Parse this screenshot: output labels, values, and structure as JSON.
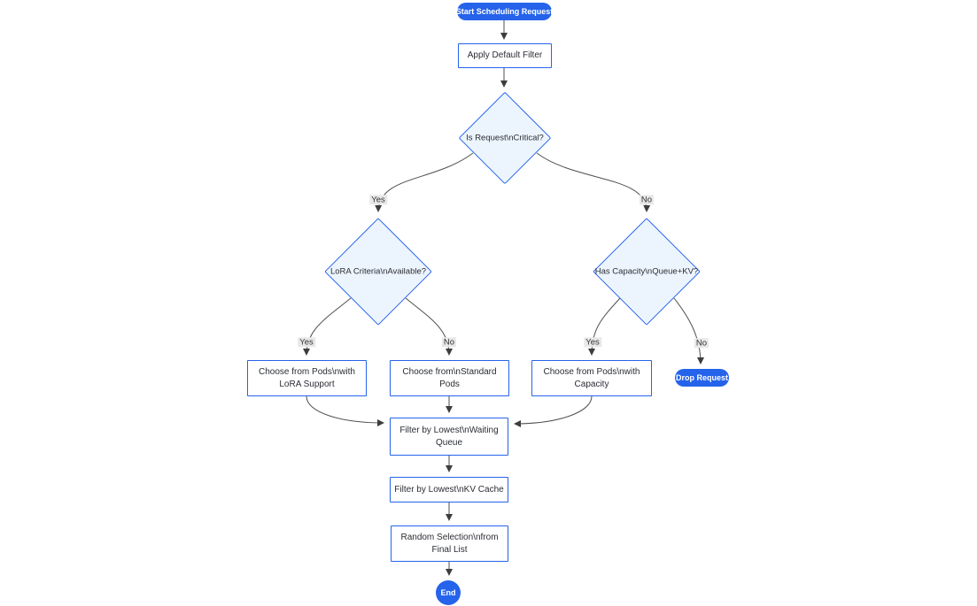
{
  "diagram": {
    "type": "flowchart",
    "direction": "top-down",
    "nodes": {
      "start": {
        "label": "Start Scheduling Request",
        "shape": "stadium"
      },
      "apply_default_filter": {
        "label": "Apply Default Filter",
        "shape": "rect"
      },
      "is_critical": {
        "label": "Is Request\\nCritical?",
        "shape": "diamond"
      },
      "lora_available": {
        "label": "LoRA Criteria\\nAvailable?",
        "shape": "diamond"
      },
      "has_capacity": {
        "label": "Has Capacity\\nQueue+KV?",
        "shape": "diamond"
      },
      "choose_lora_pods": {
        "label": "Choose from Pods\\nwith LoRA Support",
        "shape": "rect"
      },
      "choose_standard_pods": {
        "label": "Choose from\\nStandard Pods",
        "shape": "rect"
      },
      "choose_capacity_pods": {
        "label": "Choose from Pods\\nwith Capacity",
        "shape": "rect"
      },
      "drop_request": {
        "label": "Drop Request",
        "shape": "stadium"
      },
      "filter_waiting_queue": {
        "label": "Filter by Lowest\\nWaiting Queue",
        "shape": "rect"
      },
      "filter_kv_cache": {
        "label": "Filter by Lowest\\nKV Cache",
        "shape": "rect"
      },
      "random_selection": {
        "label": "Random Selection\\nfrom Final List",
        "shape": "rect"
      },
      "end": {
        "label": "End",
        "shape": "circle"
      }
    },
    "edges": [
      {
        "from": "start",
        "to": "apply_default_filter",
        "label": ""
      },
      {
        "from": "apply_default_filter",
        "to": "is_critical",
        "label": ""
      },
      {
        "from": "is_critical",
        "to": "lora_available",
        "label": "Yes"
      },
      {
        "from": "is_critical",
        "to": "has_capacity",
        "label": "No"
      },
      {
        "from": "lora_available",
        "to": "choose_lora_pods",
        "label": "Yes"
      },
      {
        "from": "lora_available",
        "to": "choose_standard_pods",
        "label": "No"
      },
      {
        "from": "has_capacity",
        "to": "choose_capacity_pods",
        "label": "Yes"
      },
      {
        "from": "has_capacity",
        "to": "drop_request",
        "label": "No"
      },
      {
        "from": "choose_lora_pods",
        "to": "filter_waiting_queue",
        "label": ""
      },
      {
        "from": "choose_standard_pods",
        "to": "filter_waiting_queue",
        "label": ""
      },
      {
        "from": "choose_capacity_pods",
        "to": "filter_waiting_queue",
        "label": ""
      },
      {
        "from": "filter_waiting_queue",
        "to": "filter_kv_cache",
        "label": ""
      },
      {
        "from": "filter_kv_cache",
        "to": "random_selection",
        "label": ""
      },
      {
        "from": "random_selection",
        "to": "end",
        "label": ""
      }
    ],
    "theme": {
      "accent_blue": "#2563eb",
      "decision_fill": "#ecf4fd",
      "node_fill": "#ffffff",
      "pill_fill": "#2563eb",
      "pill_text": "#ffffff",
      "edge_color": "#4f4f4f",
      "label_bg": "#e8e8e8",
      "text_color": "#2a2d33"
    }
  }
}
